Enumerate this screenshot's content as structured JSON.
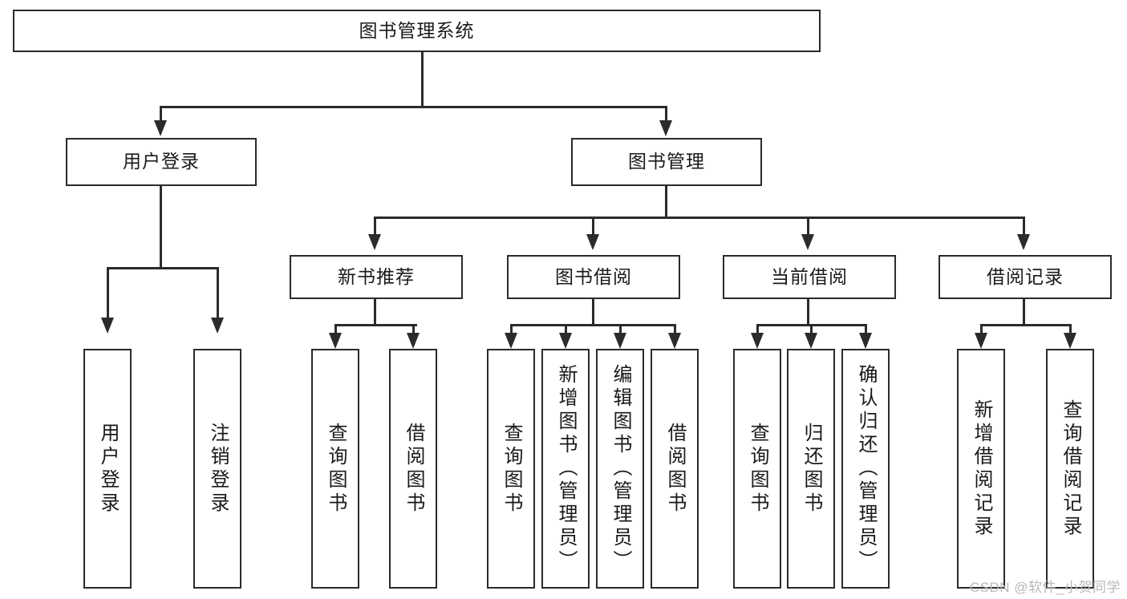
{
  "diagram": {
    "type": "tree-hierarchy",
    "root": {
      "label": "图书管理系统"
    },
    "level2": [
      {
        "label": "用户登录"
      },
      {
        "label": "图书管理"
      }
    ],
    "level3": [
      {
        "label": "新书推荐"
      },
      {
        "label": "图书借阅"
      },
      {
        "label": "当前借阅"
      },
      {
        "label": "借阅记录"
      }
    ],
    "leaves": {
      "user_login": [
        {
          "label": "用户登录"
        },
        {
          "label": "注销登录"
        }
      ],
      "new_book_recommend": [
        {
          "label": "查询图书"
        },
        {
          "label": "借阅图书"
        }
      ],
      "book_borrow": [
        {
          "label": "查询图书"
        },
        {
          "label": "新增图书（管理员）"
        },
        {
          "label": "编辑图书（管理员）"
        },
        {
          "label": "借阅图书"
        }
      ],
      "current_borrow": [
        {
          "label": "查询图书"
        },
        {
          "label": "归还图书"
        },
        {
          "label": "确认归还（管理员）"
        }
      ],
      "borrow_record": [
        {
          "label": "新增借阅记录"
        },
        {
          "label": "查询借阅记录"
        }
      ]
    }
  },
  "watermark": {
    "text": "CSDN @软件_小贺同学"
  },
  "colors": {
    "stroke": "#2b2b2b",
    "text": "#1a1a1a",
    "background": "#ffffff",
    "watermark": "#b9b9b9"
  }
}
